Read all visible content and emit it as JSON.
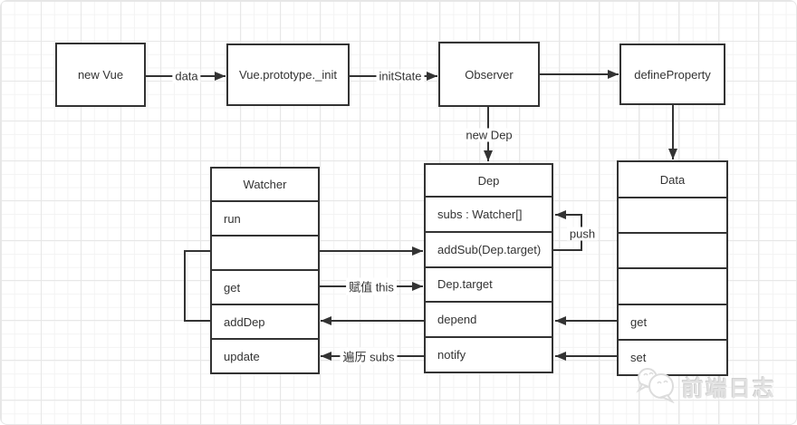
{
  "diagram": {
    "process_boxes": [
      {
        "label": "new Vue"
      },
      {
        "label": "Vue.prototype._init"
      },
      {
        "label": "Observer"
      },
      {
        "label": "defineProperty"
      }
    ],
    "tables": {
      "watcher": {
        "title": "Watcher",
        "rows": [
          "run",
          "",
          "get",
          "addDep",
          "update"
        ]
      },
      "dep": {
        "title": "Dep",
        "rows": [
          "subs : Watcher[]",
          "addSub(Dep.target)",
          "Dep.target",
          "depend",
          "notify"
        ]
      },
      "data": {
        "title": "Data",
        "rows": [
          "",
          "",
          "",
          "get",
          "set"
        ]
      }
    },
    "edge_labels": {
      "data": "data",
      "init_state": "initState",
      "new_dep": "new Dep",
      "push": "push",
      "assign_this": "赋值 this",
      "iterate_subs": "遍历 subs"
    },
    "colors": {
      "line": "#333333",
      "grid_minor": "#f3f3f3",
      "grid_major": "#e7e7e7",
      "watermark": "#e2e2e2"
    }
  },
  "watermark": {
    "text": "前端日志",
    "icon": "chat-bubbles-icon"
  }
}
